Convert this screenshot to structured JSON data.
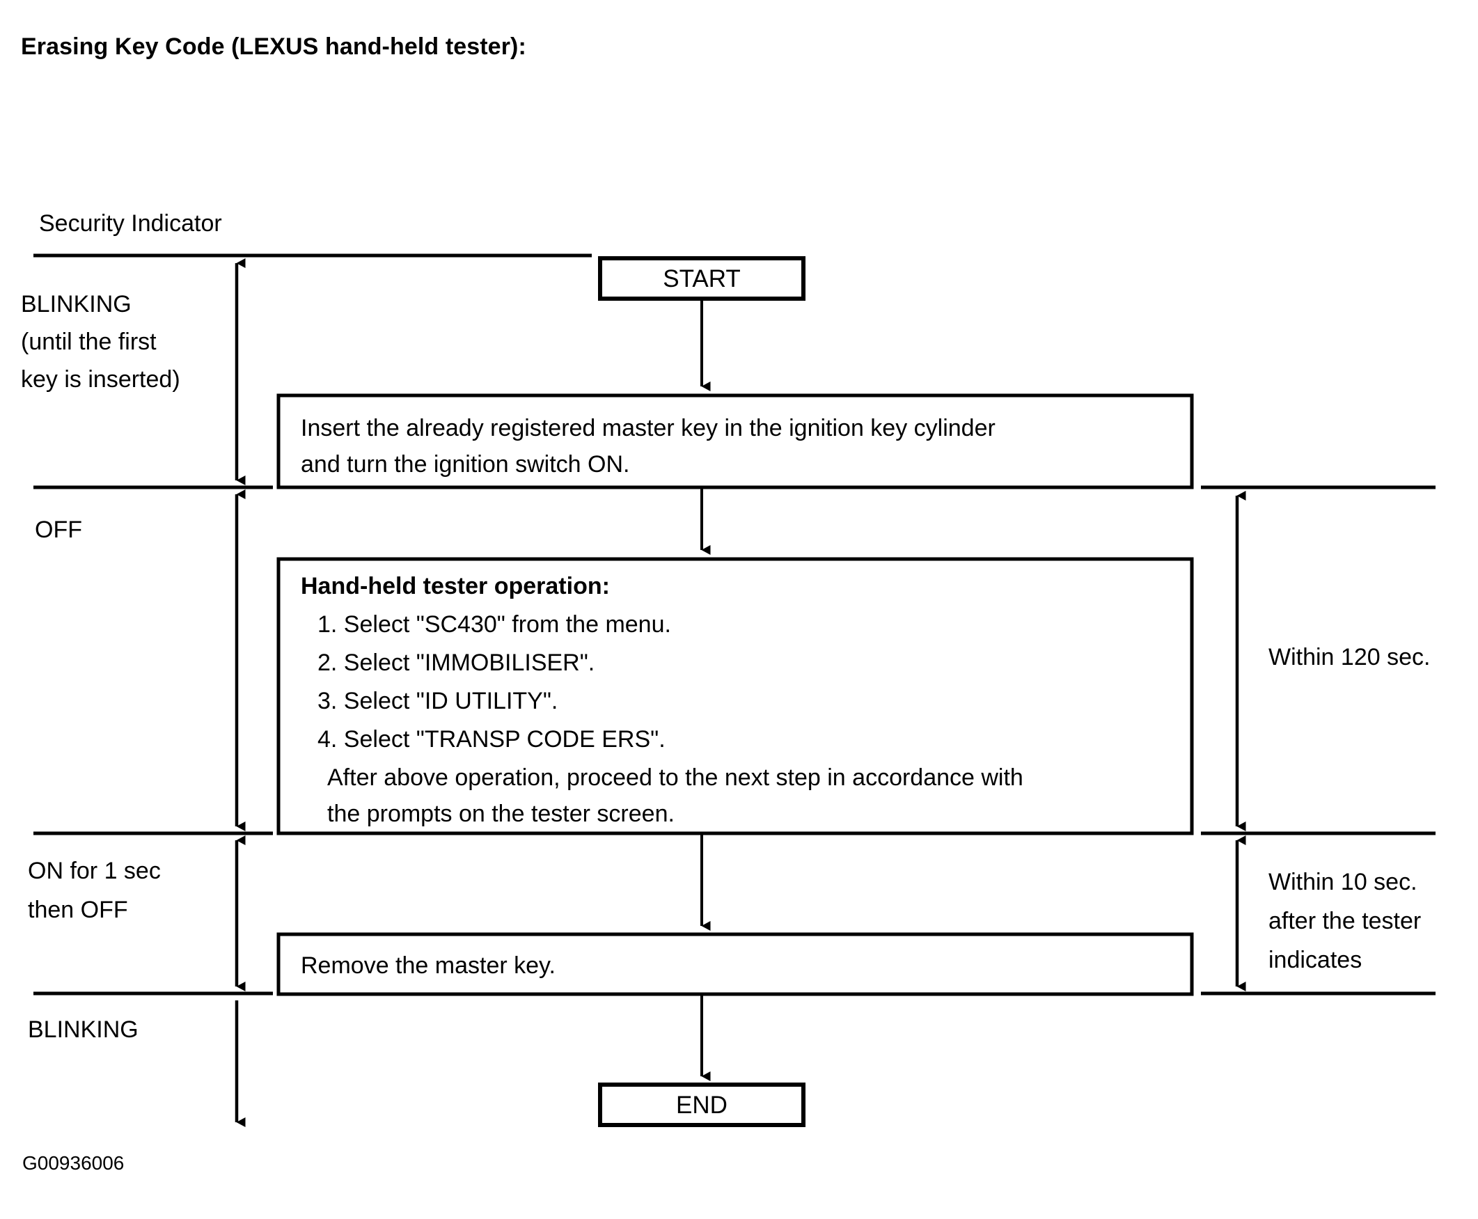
{
  "document": {
    "title": "Erasing Key Code (LEXUS hand-held tester):",
    "figure_id": "G00936006"
  },
  "security_indicator": {
    "heading": "Security Indicator",
    "states": [
      {
        "label_line1": "BLINKING",
        "label_line2": "(until  the  first",
        "label_line3": "key is inserted)"
      },
      {
        "label_line1": "OFF"
      },
      {
        "label_line1": "ON for 1 sec",
        "label_line2": "then OFF"
      },
      {
        "label_line1": "BLINKING"
      }
    ]
  },
  "flow": {
    "start": "START",
    "end": "END",
    "steps": [
      {
        "id": "insert-key",
        "lines": [
          "Insert the already registered master key in the ignition key cylinder",
          "and turn the ignition switch ON."
        ]
      },
      {
        "id": "tester-operation",
        "heading": "Hand-held tester operation:",
        "lines": [
          "1. Select \"SC430\" from the menu.",
          "2. Select \"IMMOBILISER\".",
          "3. Select \"ID UTILITY\".",
          "4. Select \"TRANSP CODE ERS\".",
          "After above operation, proceed to the next step in accordance with",
          "the prompts on the tester screen."
        ]
      },
      {
        "id": "remove-key",
        "lines": [
          "Remove the master key."
        ]
      }
    ]
  },
  "timing": {
    "annotations": [
      {
        "id": "within-120",
        "lines": [
          "Within 120 sec."
        ]
      },
      {
        "id": "within-10",
        "lines": [
          "Within 10 sec.",
          "after the tester",
          "indicates"
        ]
      }
    ]
  }
}
